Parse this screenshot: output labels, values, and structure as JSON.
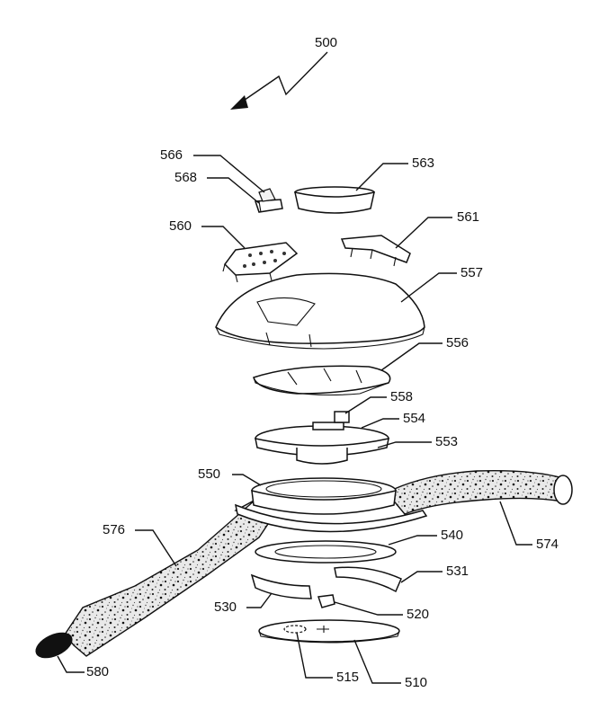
{
  "figure": {
    "ref": "500",
    "labels": {
      "l566": "566",
      "l568": "568",
      "l563": "563",
      "l560": "560",
      "l561": "561",
      "l557": "557",
      "l556": "556",
      "l558": "558",
      "l554": "554",
      "l553": "553",
      "l550": "550",
      "l576": "576",
      "l574": "574",
      "l540": "540",
      "l531": "531",
      "l530": "530",
      "l520": "520",
      "l580": "580",
      "l515": "515",
      "l510": "510"
    }
  }
}
